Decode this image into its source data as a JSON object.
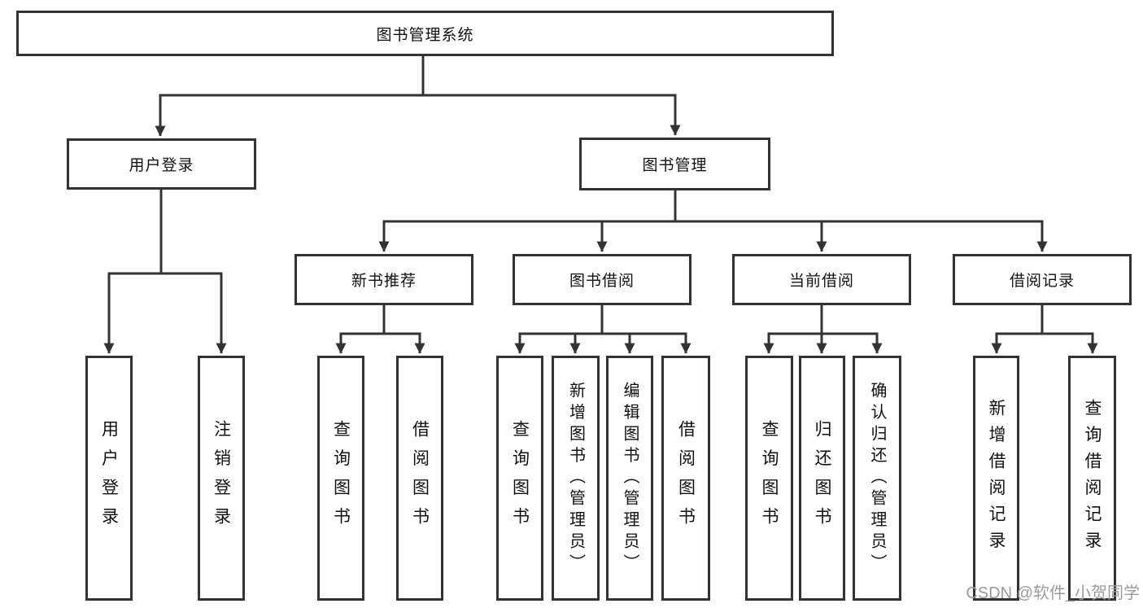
{
  "tree": {
    "label": "图书管理系统",
    "children": [
      {
        "label": "用户登录",
        "children": [
          {
            "label": "用户登录"
          },
          {
            "label": "注销登录"
          }
        ]
      },
      {
        "label": "图书管理",
        "children": [
          {
            "label": "新书推荐",
            "children": [
              {
                "label": "查询图书"
              },
              {
                "label": "借阅图书"
              }
            ]
          },
          {
            "label": "图书借阅",
            "children": [
              {
                "label": "查询图书"
              },
              {
                "label": "新增图书（管理员）"
              },
              {
                "label": "编辑图书（管理员）"
              },
              {
                "label": "借阅图书"
              }
            ]
          },
          {
            "label": "当前借阅",
            "children": [
              {
                "label": "查询图书"
              },
              {
                "label": "归还图书"
              },
              {
                "label": "确认归还（管理员）"
              }
            ]
          },
          {
            "label": "借阅记录",
            "children": [
              {
                "label": "新增借阅记录"
              },
              {
                "label": "查询借阅记录"
              }
            ]
          }
        ]
      }
    ]
  },
  "watermark": {
    "text": "CSDN @软件_小贺同学"
  },
  "colors": {
    "line": "#333333",
    "text": "#111111",
    "background": "#ffffff",
    "watermark": "#9b9b9b"
  }
}
